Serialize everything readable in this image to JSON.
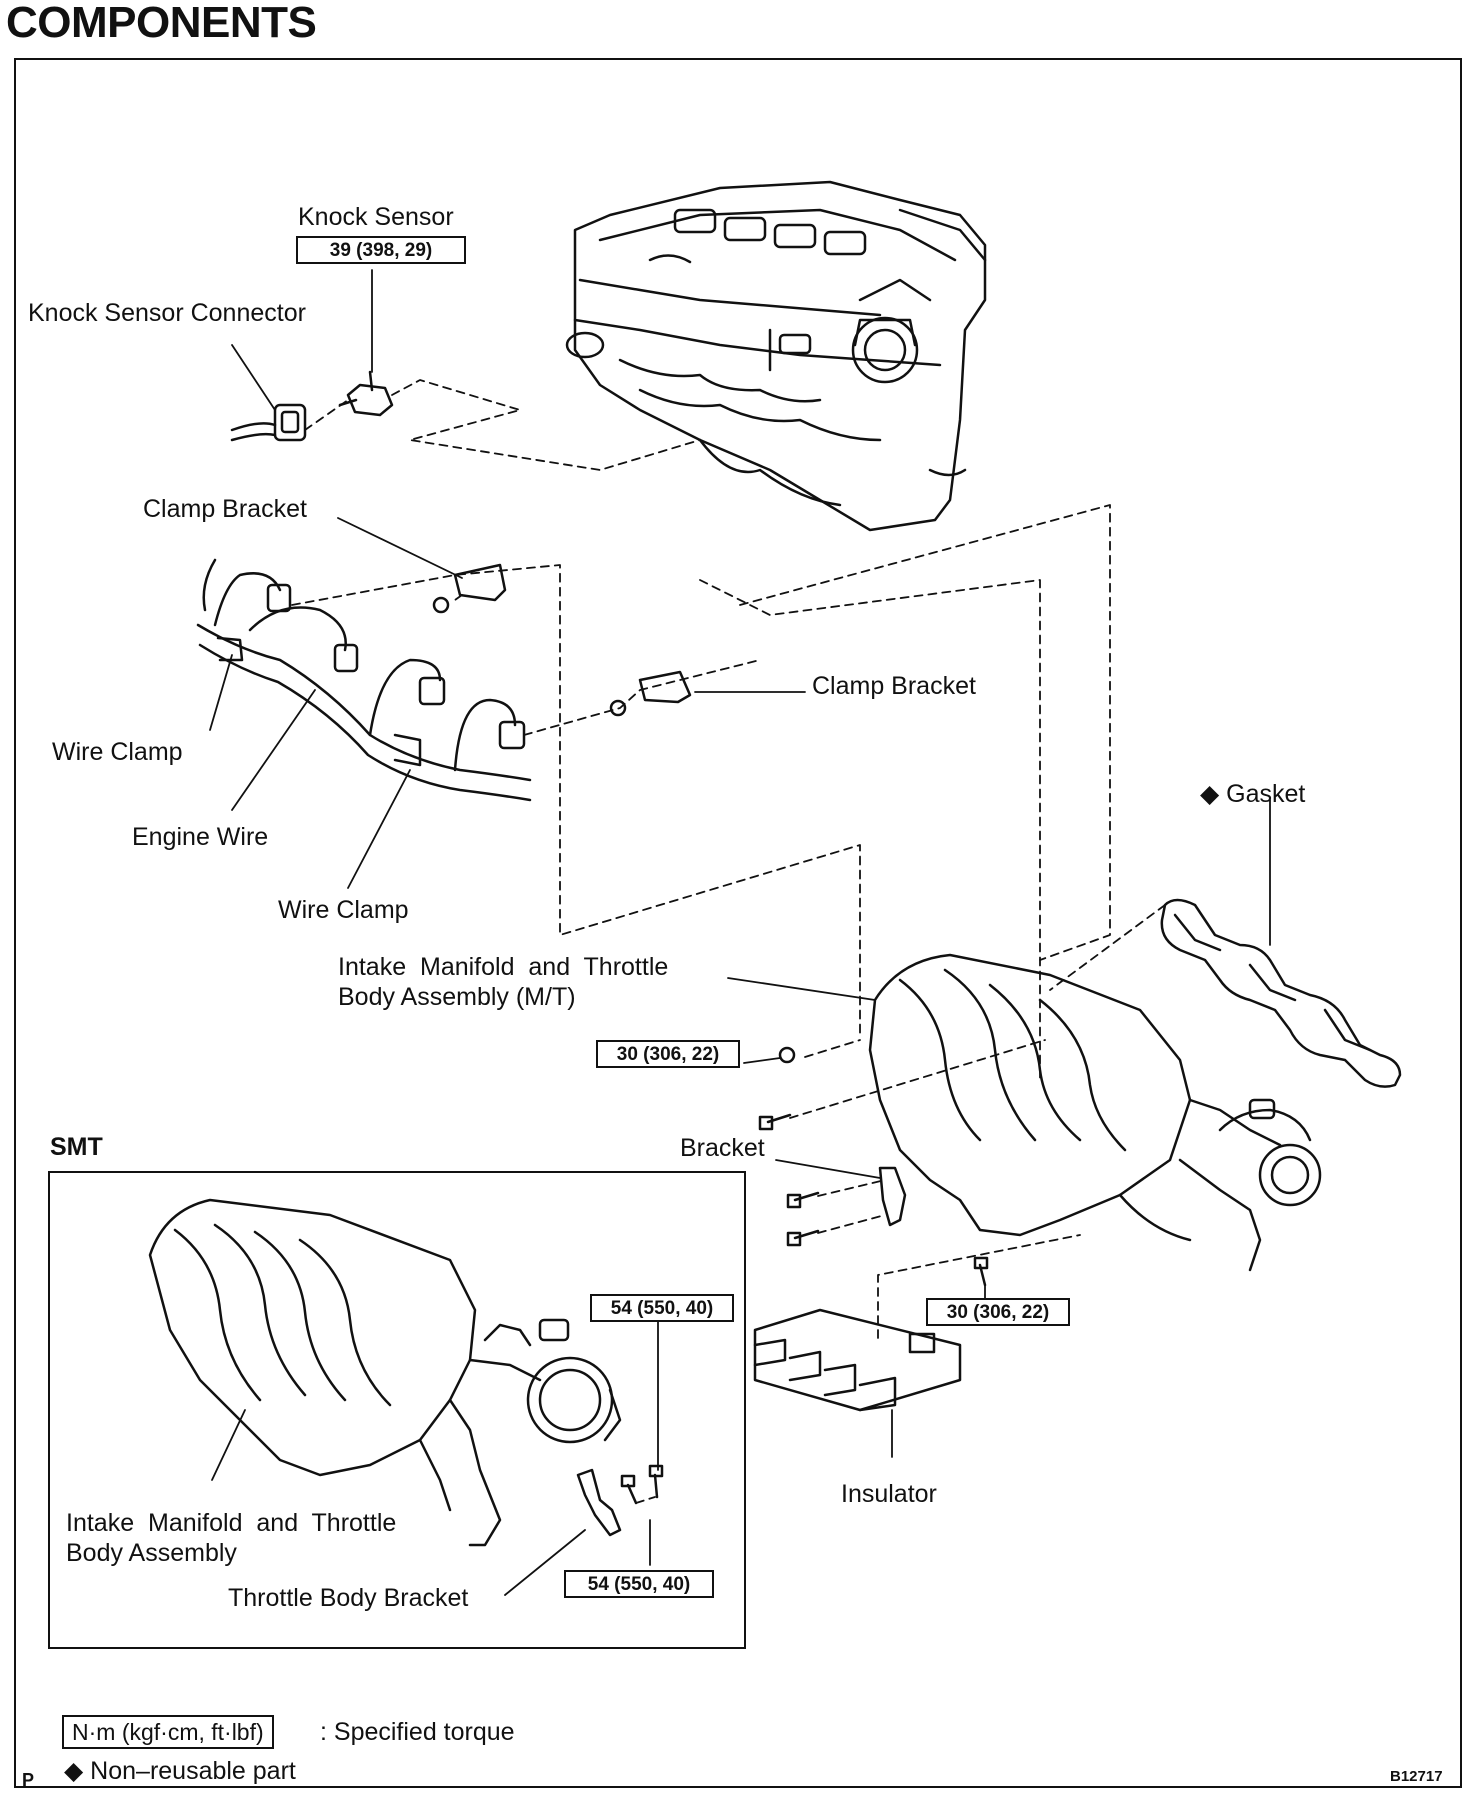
{
  "title": "COMPONENTS",
  "labels": {
    "knock_sensor": "Knock Sensor",
    "knock_sensor_connector": "Knock Sensor Connector",
    "clamp_bracket_1": "Clamp Bracket",
    "clamp_bracket_2": "Clamp Bracket",
    "wire_clamp_1": "Wire Clamp",
    "engine_wire": "Engine Wire",
    "wire_clamp_2": "Wire Clamp",
    "gasket": "◆ Gasket",
    "intake_mt": "Intake  Manifold  and  Throttle\nBody Assembly (M/T)",
    "bracket": "Bracket",
    "insulator": "Insulator",
    "smt_section": "SMT",
    "intake_smt": "Intake  Manifold  and  Throttle\nBody Assembly",
    "throttle_body_bracket": "Throttle Body Bracket"
  },
  "torques": {
    "knock_sensor": "39 (398, 29)",
    "manifold_nut": "30 (306, 22)",
    "manifold_bolt": "30 (306, 22)",
    "smt_bracket_top": "54 (550, 40)",
    "smt_bracket_bottom": "54 (550, 40)"
  },
  "legend": {
    "torque_unit": "N·m (kgf·cm, ft·lbf)",
    "torque_desc": ": Specified torque",
    "non_reusable": "◆ Non–reusable part"
  },
  "footer": {
    "page_letter": "P",
    "figure_code": "B12717"
  }
}
